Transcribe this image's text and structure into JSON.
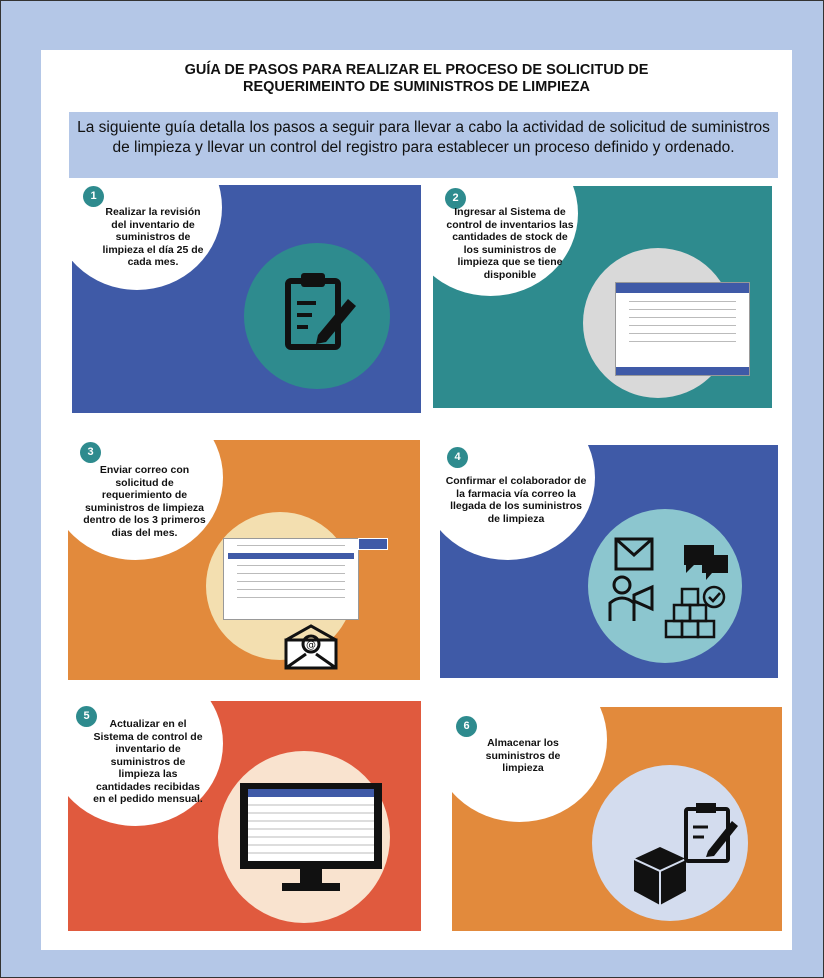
{
  "title": {
    "line1": "GUÍA DE PASOS PARA REALIZAR EL PROCESO DE SOLICITUD DE",
    "line2": "REQUERIMEINTO DE SUMINISTROS DE LIMPIEZA"
  },
  "intro": "La siguiente guía detalla los pasos a seguir para llevar a cabo la actividad de solicitud de suministros de limpieza y llevar un control del registro para establecer un proceso definido y ordenado.",
  "steps": [
    {
      "number": "1",
      "text": "Realizar la revisión del inventario de suministros de limpieza el día 25 de cada mes.",
      "icon": "clipboard-pen-icon",
      "color": "#3f5aa7"
    },
    {
      "number": "2",
      "text": "Ingresar al Sistema de control de inventarios las cantidades de stock de los suministros de limpieza que se tiene disponible",
      "icon": "inventory-form-screenshot",
      "color": "#2e8b8e"
    },
    {
      "number": "3",
      "text": "Enviar correo con solicitud de requerimiento de suministros de limpieza dentro de los 3 primeros dias del mes.",
      "icon": "email-envelope-icon",
      "color": "#e28a3c"
    },
    {
      "number": "4",
      "text": "Confirmar el colaborador de la farmacia vía correo la llegada de los suministros de limpieza",
      "icon": "communication-delivery-icon",
      "color": "#3f5aa7"
    },
    {
      "number": "5",
      "text": "Actualizar en el Sistema de control de inventario de suministros de limpieza las cantidades recibidas en el pedido mensual.",
      "icon": "monitor-table-icon",
      "color": "#e05a3e"
    },
    {
      "number": "6",
      "text": "Almacenar los suministros de limpieza",
      "icon": "box-clipboard-icon",
      "color": "#e28a3c"
    }
  ],
  "colors": {
    "background": "#b4c7e7",
    "intro_box": "#b4c7e7",
    "teal_accent": "#2e8b8e"
  }
}
